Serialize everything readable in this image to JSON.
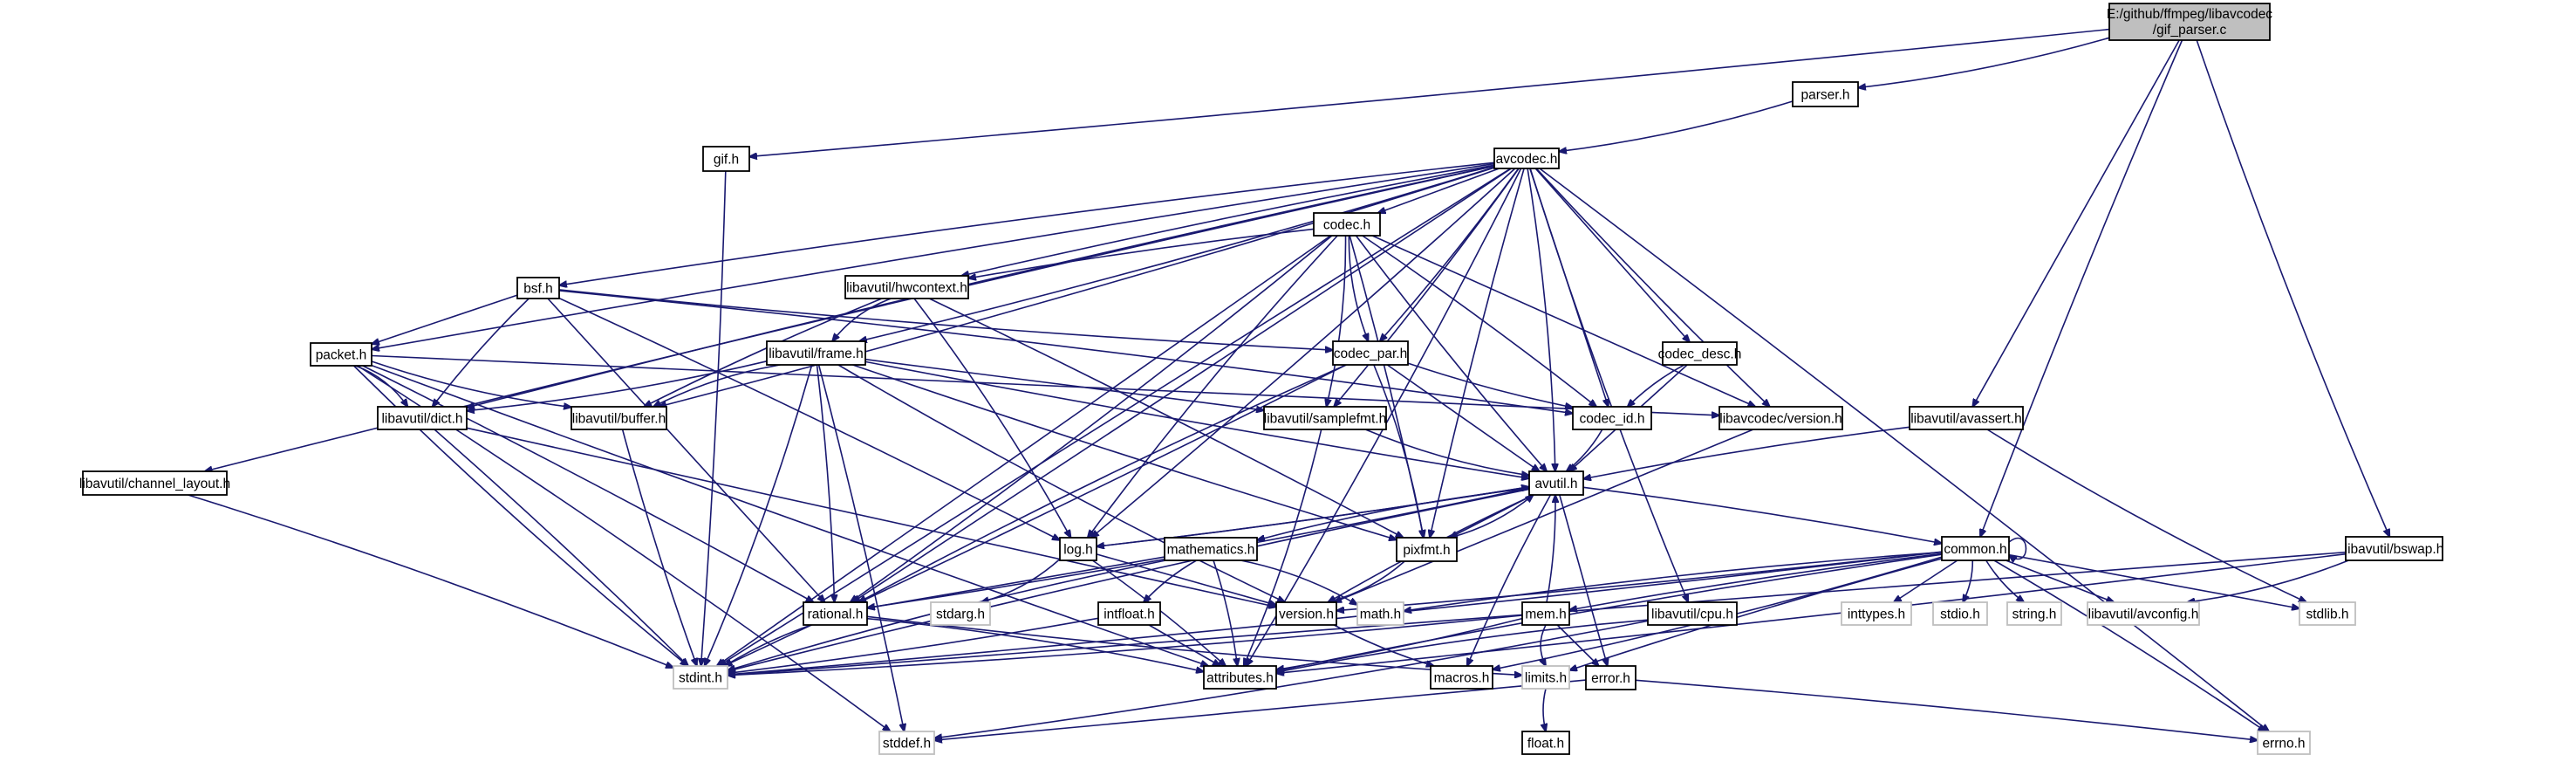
{
  "diagram": {
    "title_lines": [
      "E:/github/ffmpeg/libavcodec",
      "/gif_parser.c"
    ],
    "nodes": [
      {
        "id": "root",
        "label": "",
        "kind": "root"
      },
      {
        "id": "parser",
        "label": "parser.h",
        "kind": "normal"
      },
      {
        "id": "gif",
        "label": "gif.h",
        "kind": "normal"
      },
      {
        "id": "avcodec",
        "label": "avcodec.h",
        "kind": "normal"
      },
      {
        "id": "codec",
        "label": "codec.h",
        "kind": "normal"
      },
      {
        "id": "hwcontext",
        "label": "libavutil/hwcontext.h",
        "kind": "normal"
      },
      {
        "id": "bsf",
        "label": "bsf.h",
        "kind": "normal"
      },
      {
        "id": "frame",
        "label": "libavutil/frame.h",
        "kind": "normal"
      },
      {
        "id": "codec_par",
        "label": "codec_par.h",
        "kind": "normal"
      },
      {
        "id": "codec_desc",
        "label": "codec_desc.h",
        "kind": "normal"
      },
      {
        "id": "packet",
        "label": "packet.h",
        "kind": "normal"
      },
      {
        "id": "dict",
        "label": "libavutil/dict.h",
        "kind": "normal"
      },
      {
        "id": "buffer",
        "label": "libavutil/buffer.h",
        "kind": "normal"
      },
      {
        "id": "samplefmt",
        "label": "libavutil/samplefmt.h",
        "kind": "normal"
      },
      {
        "id": "codec_id",
        "label": "codec_id.h",
        "kind": "normal"
      },
      {
        "id": "lavc_version",
        "label": "libavcodec/version.h",
        "kind": "normal"
      },
      {
        "id": "avassert",
        "label": "libavutil/avassert.h",
        "kind": "normal"
      },
      {
        "id": "channel_layout",
        "label": "libavutil/channel_layout.h",
        "kind": "normal"
      },
      {
        "id": "avutil",
        "label": "avutil.h",
        "kind": "normal"
      },
      {
        "id": "log",
        "label": "log.h",
        "kind": "normal"
      },
      {
        "id": "mathematics",
        "label": "mathematics.h",
        "kind": "normal"
      },
      {
        "id": "pixfmt",
        "label": "pixfmt.h",
        "kind": "normal"
      },
      {
        "id": "common",
        "label": "common.h",
        "kind": "normal"
      },
      {
        "id": "bswap",
        "label": "libavutil/bswap.h",
        "kind": "normal"
      },
      {
        "id": "rational",
        "label": "rational.h",
        "kind": "normal"
      },
      {
        "id": "stdarg",
        "label": "stdarg.h",
        "kind": "system"
      },
      {
        "id": "intfloat",
        "label": "intfloat.h",
        "kind": "normal"
      },
      {
        "id": "version",
        "label": "version.h",
        "kind": "normal"
      },
      {
        "id": "math",
        "label": "math.h",
        "kind": "system"
      },
      {
        "id": "mem",
        "label": "mem.h",
        "kind": "normal"
      },
      {
        "id": "cpu",
        "label": "libavutil/cpu.h",
        "kind": "normal"
      },
      {
        "id": "inttypes",
        "label": "inttypes.h",
        "kind": "system"
      },
      {
        "id": "stdio",
        "label": "stdio.h",
        "kind": "system"
      },
      {
        "id": "string",
        "label": "string.h",
        "kind": "system"
      },
      {
        "id": "avconfig",
        "label": "libavutil/avconfig.h",
        "kind": "system"
      },
      {
        "id": "stdlib",
        "label": "stdlib.h",
        "kind": "system"
      },
      {
        "id": "stdint",
        "label": "stdint.h",
        "kind": "system"
      },
      {
        "id": "attributes",
        "label": "attributes.h",
        "kind": "normal"
      },
      {
        "id": "macros",
        "label": "macros.h",
        "kind": "normal"
      },
      {
        "id": "limits",
        "label": "limits.h",
        "kind": "system"
      },
      {
        "id": "error",
        "label": "error.h",
        "kind": "normal"
      },
      {
        "id": "errno",
        "label": "errno.h",
        "kind": "system"
      },
      {
        "id": "stddef",
        "label": "stddef.h",
        "kind": "system"
      },
      {
        "id": "float",
        "label": "float.h",
        "kind": "normal"
      }
    ],
    "edges": [
      [
        "root",
        "parser"
      ],
      [
        "root",
        "gif"
      ],
      [
        "root",
        "avassert"
      ],
      [
        "root",
        "common"
      ],
      [
        "root",
        "bswap"
      ],
      [
        "parser",
        "avcodec"
      ],
      [
        "gif",
        "stdint"
      ],
      [
        "avcodec",
        "codec"
      ],
      [
        "avcodec",
        "hwcontext"
      ],
      [
        "avcodec",
        "bsf"
      ],
      [
        "avcodec",
        "frame"
      ],
      [
        "avcodec",
        "codec_par"
      ],
      [
        "avcodec",
        "codec_desc"
      ],
      [
        "avcodec",
        "packet"
      ],
      [
        "avcodec",
        "dict"
      ],
      [
        "avcodec",
        "buffer"
      ],
      [
        "avcodec",
        "samplefmt"
      ],
      [
        "avcodec",
        "codec_id"
      ],
      [
        "avcodec",
        "lavc_version"
      ],
      [
        "avcodec",
        "channel_layout"
      ],
      [
        "avcodec",
        "avutil"
      ],
      [
        "avcodec",
        "log"
      ],
      [
        "avcodec",
        "rational"
      ],
      [
        "avcodec",
        "pixfmt"
      ],
      [
        "avcodec",
        "cpu"
      ],
      [
        "avcodec",
        "attributes"
      ],
      [
        "avcodec",
        "errno"
      ],
      [
        "avcodec",
        "stdint"
      ],
      [
        "codec",
        "hwcontext"
      ],
      [
        "codec",
        "codec_par"
      ],
      [
        "codec",
        "samplefmt"
      ],
      [
        "codec",
        "codec_id"
      ],
      [
        "codec",
        "lavc_version"
      ],
      [
        "codec",
        "avutil"
      ],
      [
        "codec",
        "log"
      ],
      [
        "codec",
        "rational"
      ],
      [
        "codec",
        "pixfmt"
      ],
      [
        "codec",
        "stdint"
      ],
      [
        "hwcontext",
        "buffer"
      ],
      [
        "hwcontext",
        "frame"
      ],
      [
        "hwcontext",
        "log"
      ],
      [
        "hwcontext",
        "pixfmt"
      ],
      [
        "bsf",
        "packet"
      ],
      [
        "bsf",
        "dict"
      ],
      [
        "bsf",
        "codec_par"
      ],
      [
        "bsf",
        "codec_id"
      ],
      [
        "bsf",
        "log"
      ],
      [
        "bsf",
        "rational"
      ],
      [
        "frame",
        "avutil"
      ],
      [
        "frame",
        "buffer"
      ],
      [
        "frame",
        "dict"
      ],
      [
        "frame",
        "rational"
      ],
      [
        "frame",
        "samplefmt"
      ],
      [
        "frame",
        "pixfmt"
      ],
      [
        "frame",
        "version"
      ],
      [
        "frame",
        "stdint"
      ],
      [
        "frame",
        "stddef"
      ],
      [
        "codec_par",
        "avutil"
      ],
      [
        "codec_par",
        "codec_id"
      ],
      [
        "codec_par",
        "rational"
      ],
      [
        "codec_par",
        "pixfmt"
      ],
      [
        "codec_par",
        "stdint"
      ],
      [
        "codec_desc",
        "avutil"
      ],
      [
        "codec_desc",
        "codec_id"
      ],
      [
        "packet",
        "buffer"
      ],
      [
        "packet",
        "dict"
      ],
      [
        "packet",
        "rational"
      ],
      [
        "packet",
        "lavc_version"
      ],
      [
        "packet",
        "attributes"
      ],
      [
        "packet",
        "stdint"
      ],
      [
        "packet",
        "stddef"
      ],
      [
        "dict",
        "stdint"
      ],
      [
        "dict",
        "version"
      ],
      [
        "buffer",
        "stdint"
      ],
      [
        "samplefmt",
        "avutil"
      ],
      [
        "samplefmt",
        "attributes"
      ],
      [
        "codec_id",
        "avutil"
      ],
      [
        "lavc_version",
        "version"
      ],
      [
        "avassert",
        "avutil"
      ],
      [
        "avassert",
        "stdlib"
      ],
      [
        "channel_layout",
        "stdint"
      ],
      [
        "avutil",
        "common"
      ],
      [
        "avutil",
        "error"
      ],
      [
        "avutil",
        "version"
      ],
      [
        "avutil",
        "mathematics"
      ],
      [
        "avutil",
        "rational"
      ],
      [
        "avutil",
        "log"
      ],
      [
        "avutil",
        "pixfmt"
      ],
      [
        "avutil",
        "macros"
      ],
      [
        "avutil",
        "stdint"
      ],
      [
        "log",
        "stdarg"
      ],
      [
        "log",
        "attributes"
      ],
      [
        "log",
        "version"
      ],
      [
        "log",
        "avutil"
      ],
      [
        "mathematics",
        "stdint"
      ],
      [
        "mathematics",
        "math"
      ],
      [
        "mathematics",
        "attributes"
      ],
      [
        "mathematics",
        "rational"
      ],
      [
        "mathematics",
        "intfloat"
      ],
      [
        "pixfmt",
        "avutil"
      ],
      [
        "pixfmt",
        "version"
      ],
      [
        "common",
        "errno"
      ],
      [
        "common",
        "inttypes"
      ],
      [
        "common",
        "limits"
      ],
      [
        "common",
        "math"
      ],
      [
        "common",
        "stdint"
      ],
      [
        "common",
        "stdio"
      ],
      [
        "common",
        "stdlib"
      ],
      [
        "common",
        "string"
      ],
      [
        "common",
        "attributes"
      ],
      [
        "common",
        "macros"
      ],
      [
        "common",
        "version"
      ],
      [
        "common",
        "avconfig"
      ],
      [
        "common",
        "mem"
      ],
      [
        "common",
        "common"
      ],
      [
        "bswap",
        "avconfig"
      ],
      [
        "bswap",
        "attributes"
      ],
      [
        "bswap",
        "stdint"
      ],
      [
        "rational",
        "stdint"
      ],
      [
        "rational",
        "limits"
      ],
      [
        "rational",
        "attributes"
      ],
      [
        "intfloat",
        "stdint"
      ],
      [
        "intfloat",
        "attributes"
      ],
      [
        "version",
        "macros"
      ],
      [
        "mem",
        "limits"
      ],
      [
        "mem",
        "stdint"
      ],
      [
        "mem",
        "attributes"
      ],
      [
        "mem",
        "error"
      ],
      [
        "mem",
        "avutil"
      ],
      [
        "cpu",
        "attributes"
      ],
      [
        "cpu",
        "stddef"
      ],
      [
        "error",
        "errno"
      ],
      [
        "error",
        "stddef"
      ],
      [
        "limits",
        "float"
      ]
    ]
  }
}
